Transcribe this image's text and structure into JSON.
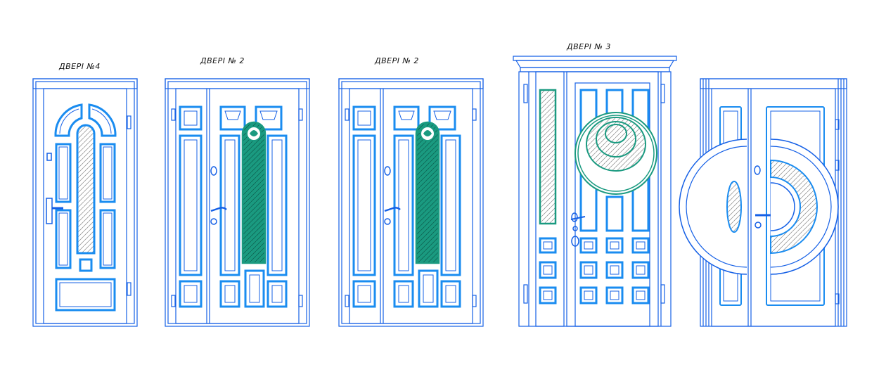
{
  "labels": {
    "door4": "ДВЕРІ №4",
    "door2a": "ДВЕРІ № 2",
    "door2b": "ДВЕРІ № 2",
    "door3": "ДВЕРІ № 3"
  },
  "colors": {
    "outline": "#1560e6",
    "panel": "#1a8cf0",
    "glass": "#1a9a80",
    "background": "#ffffff"
  }
}
